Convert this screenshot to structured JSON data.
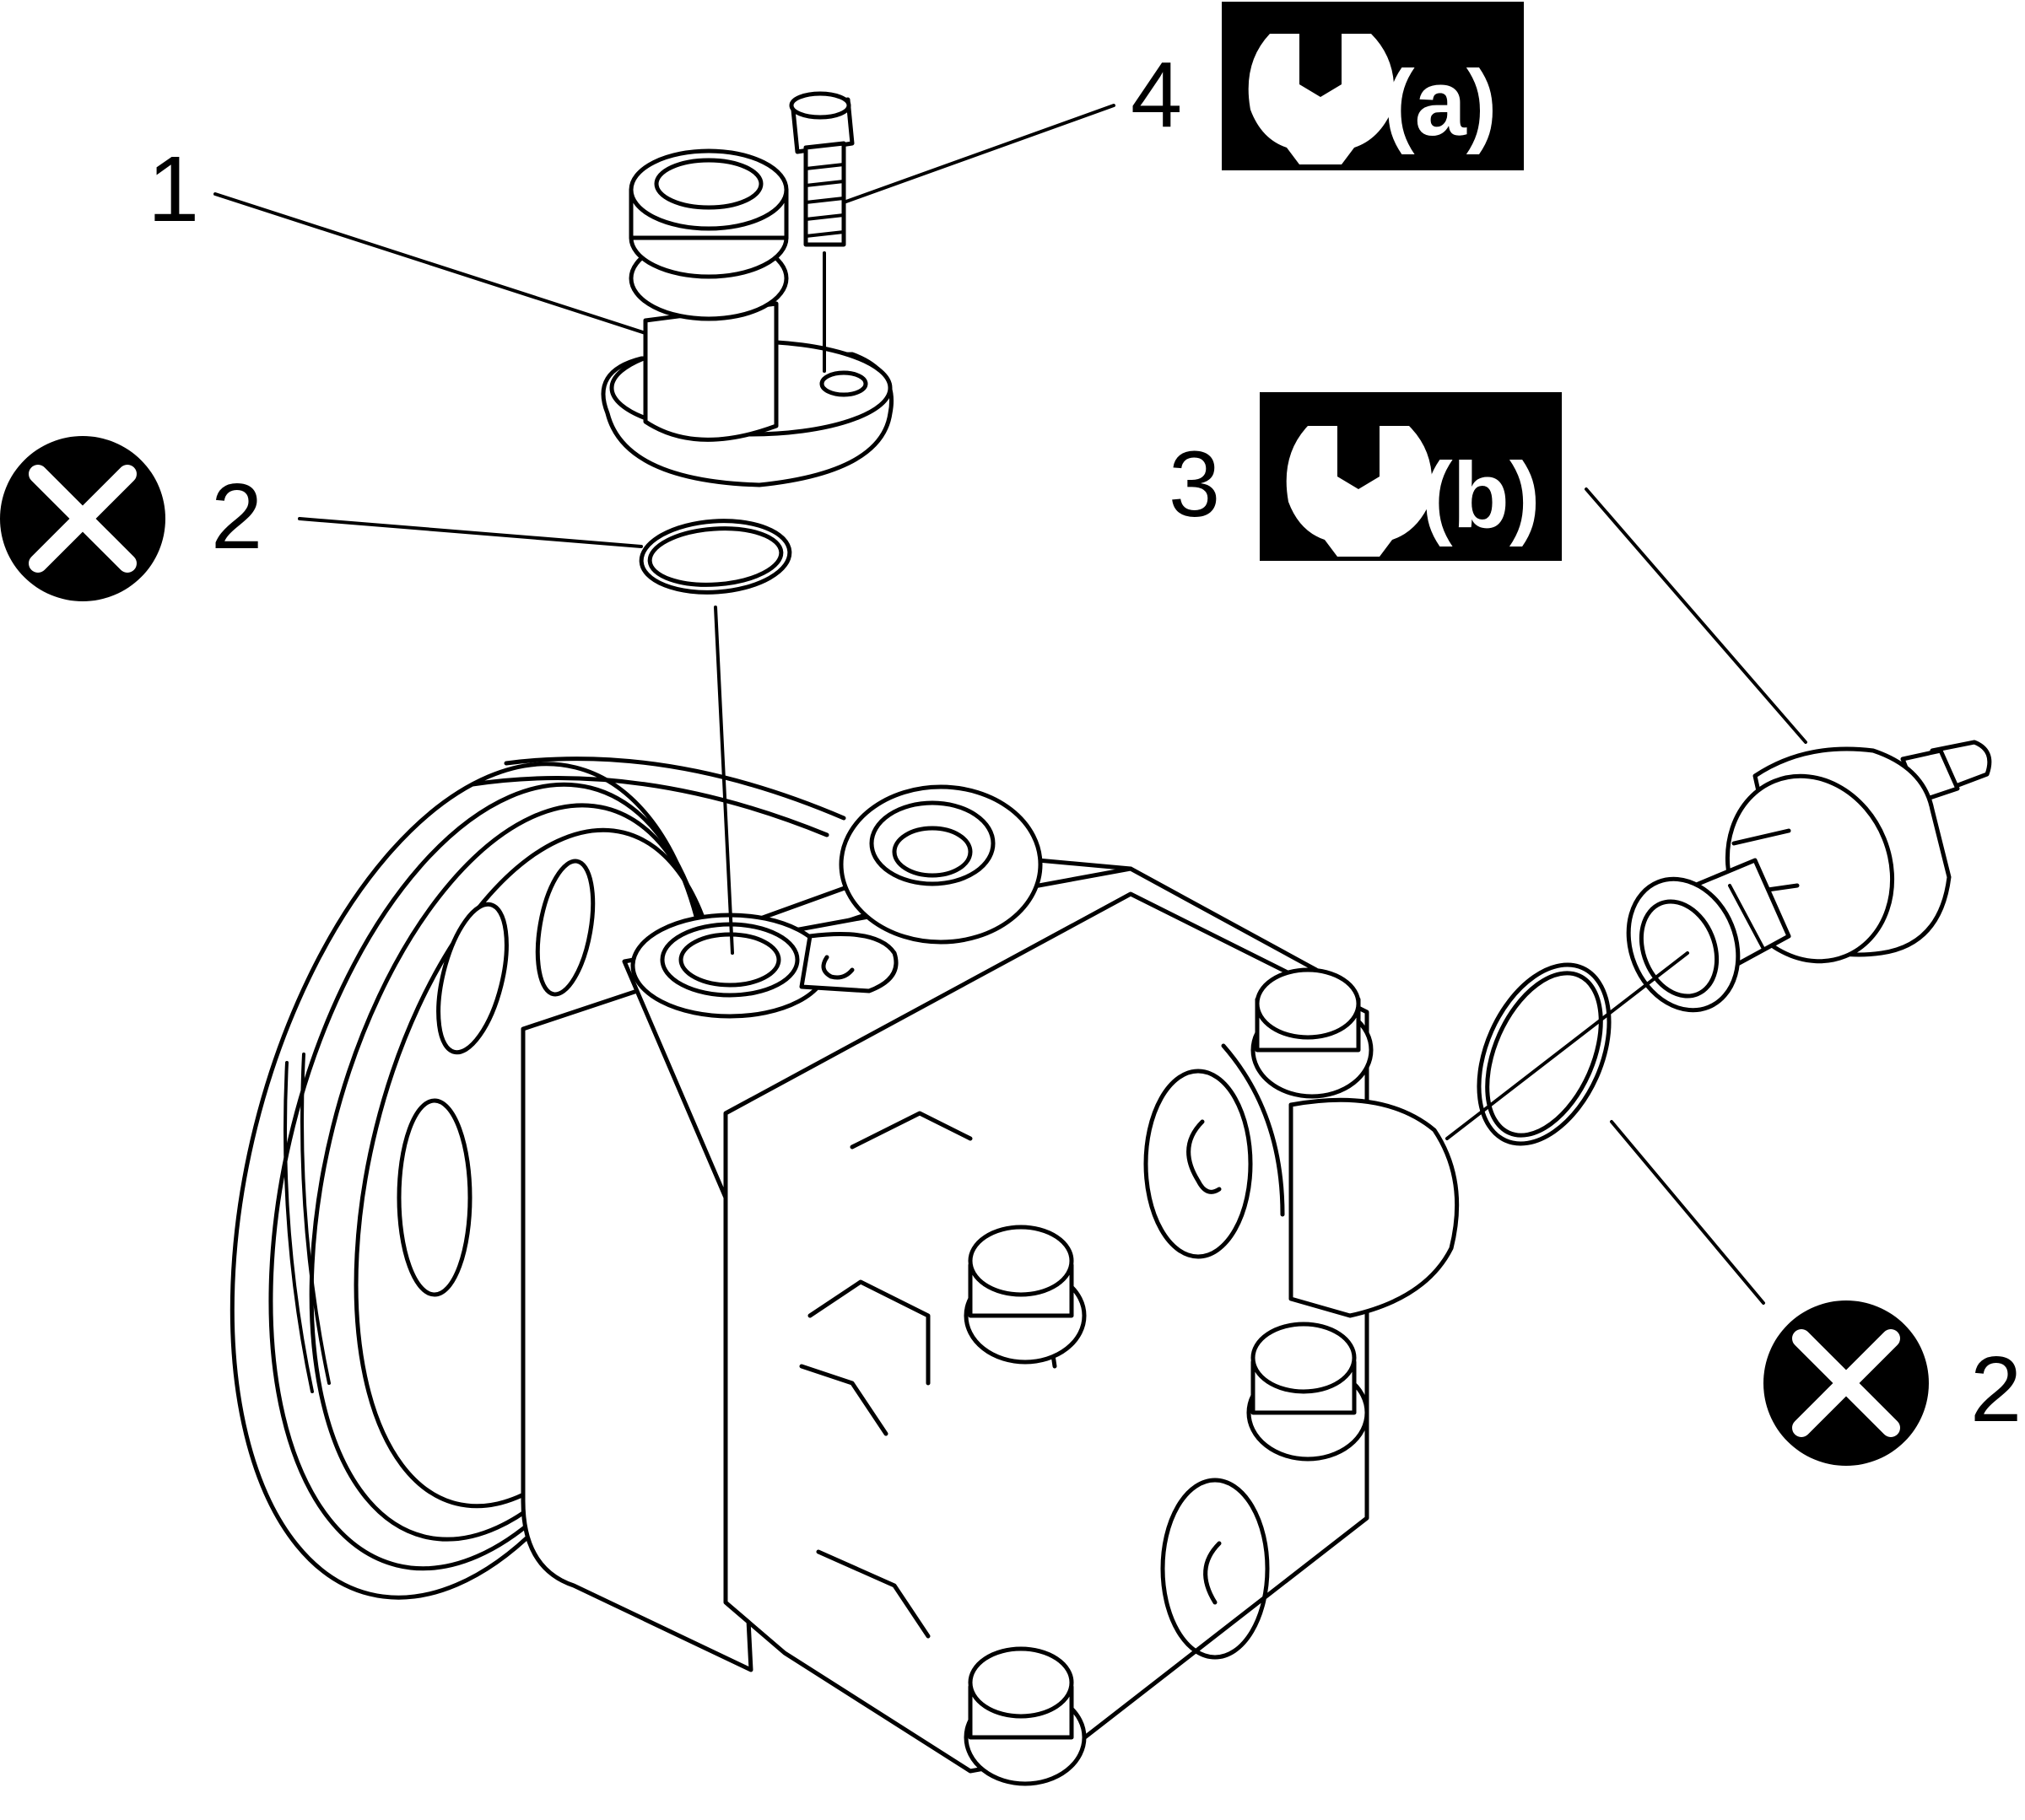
{
  "callouts": {
    "part_1": "1",
    "part_2_top": "2",
    "part_2_right": "2",
    "part_3": "3",
    "part_4": "4"
  },
  "torque_badges": {
    "a": "(a)",
    "b": "(b)"
  },
  "icons": {
    "wrench": "wrench-icon",
    "do_not_reuse": "x-circle-icon"
  },
  "colors": {
    "line": "#000000",
    "badge_background": "#000000",
    "badge_text": "#ffffff",
    "background": "#ffffff"
  }
}
